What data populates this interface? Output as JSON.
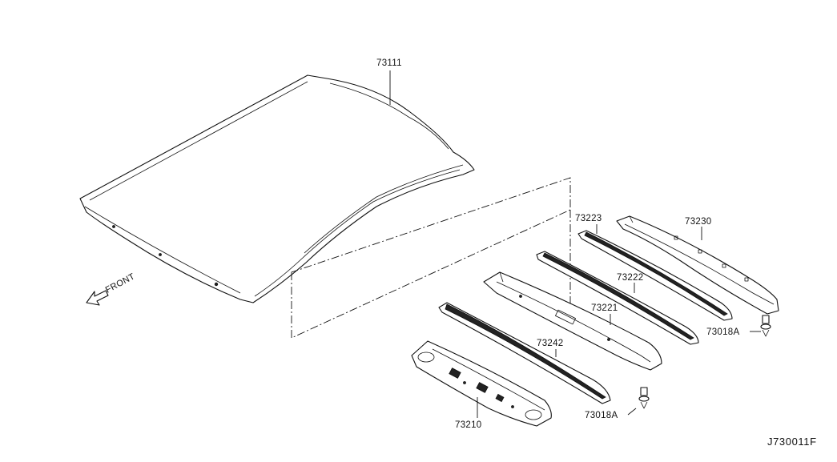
{
  "diagram": {
    "reference_code": "J730011F",
    "direction_label": "FRONT",
    "parts": {
      "roof_panel": "73111",
      "rear_rail": "73230",
      "rear_rail_seal": "73223",
      "rear_bow_seal": "73222",
      "rear_bow": "73221",
      "front_bow_seal": "73242",
      "front_rail": "73210",
      "clip_rear": "73018A",
      "clip_center": "73018A"
    }
  }
}
